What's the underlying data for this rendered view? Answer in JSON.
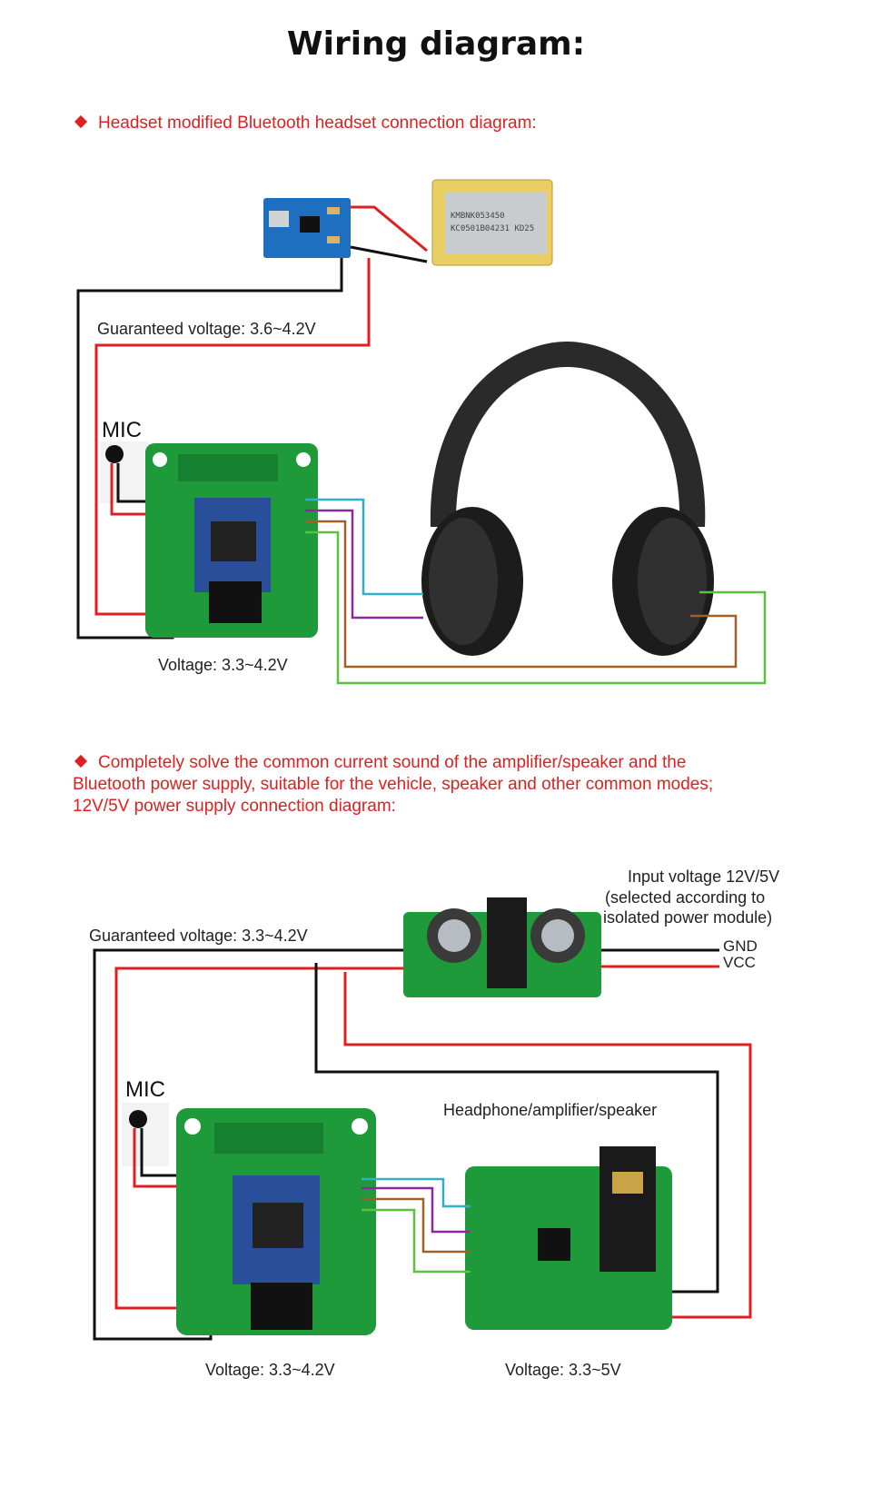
{
  "title": "Wiring diagram:",
  "section1": {
    "heading": "Headset modified Bluetooth headset connection diagram:",
    "guaranteed_label": "Guaranteed voltage: 3.6~4.2V",
    "mic_label": "MIC",
    "voltage_label": "Voltage: 3.3~4.2V",
    "battery_text": [
      "KMBNK053450",
      "KC0501B04231 KD25"
    ]
  },
  "section2": {
    "heading_lines": [
      "Completely solve the common current sound of the amplifier/speaker and the",
      "Bluetooth power supply, suitable for the vehicle, speaker and other common modes;",
      "12V/5V power supply connection diagram:"
    ],
    "input_voltage_lines": [
      "Input voltage 12V/5V",
      "(selected according to",
      "isolated power module)"
    ],
    "guaranteed_label": "Guaranteed voltage: 3.3~4.2V",
    "gnd_label": "GND",
    "vcc_label": "VCC",
    "mic_label": "MIC",
    "device_label": "Headphone/amplifier/speaker",
    "voltage_left_label": "Voltage: 3.3~4.2V",
    "voltage_right_label": "Voltage: 3.3~5V"
  },
  "colors": {
    "accent_red": "#e02020",
    "pcb_green": "#1f9a3a",
    "wire_black": "#111111",
    "wire_red": "#e02020",
    "wire_cyan": "#2fb0c8",
    "wire_purple": "#8a2aa0",
    "wire_brown": "#a0602a",
    "wire_green": "#5cc040"
  }
}
